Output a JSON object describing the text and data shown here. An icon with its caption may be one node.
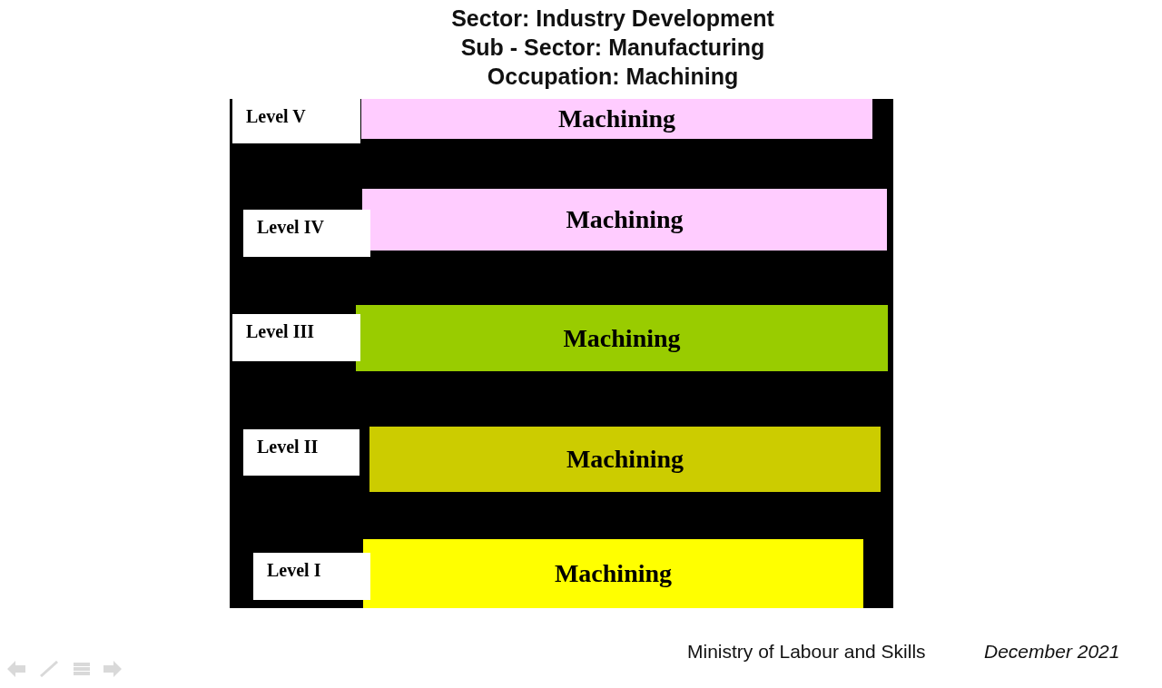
{
  "diagram": {
    "title": "Sector: Industry Development Sub - Sector: Manufacturing Occupation: Machining",
    "nodes": [
      {
        "text": [
          "Level V"
        ]
      },
      {
        "text": [
          "Machining"
        ]
      },
      {
        "text": [
          "Level IV"
        ]
      },
      {
        "text": [
          "Machining"
        ]
      },
      {
        "text": [
          "Level III"
        ]
      },
      {
        "text": [
          "Machining"
        ]
      },
      {
        "text": [
          "Level II"
        ]
      },
      {
        "text": [
          "Machining"
        ]
      },
      {
        "text": [
          "Level I"
        ]
      },
      {
        "text": [
          "Machining"
        ]
      }
    ],
    "labels": [
      "Ministry of Labour and Skills",
      "December 2021"
    ]
  }
}
